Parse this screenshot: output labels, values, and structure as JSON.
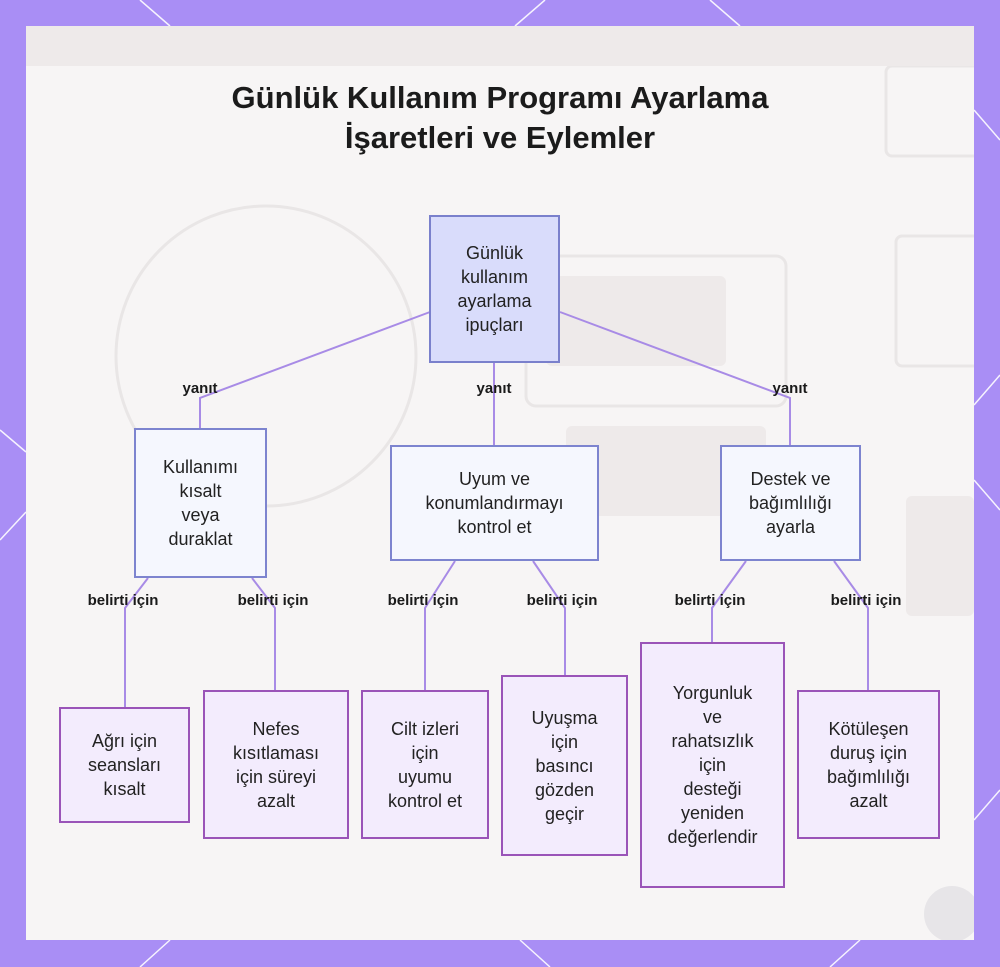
{
  "title": {
    "line1": "Günlük Kullanım Programı Ayarlama",
    "line2": "İşaretleri ve Eylemler"
  },
  "nodes": {
    "root": "Günlük\nkullanım\nayarlama\nipuçları",
    "shorten": "Kullanımı\nkısalt\nveya\nduraklat",
    "fit": "Uyum ve\nkonumlandırmayı\nkontrol et",
    "support": "Destek ve\nbağımlılığı\nayarla",
    "pain": "Ağrı için\nseansları\nkısalt",
    "breath": "Nefes\nkısıtlaması\niçin süreyi\nazalt",
    "skin": "Cilt izleri\niçin\nuyumu\nkontrol et",
    "numb": "Uyuşma\niçin\nbasıncı\ngözden\ngeçir",
    "fatigue": "Yorgunluk\nve\nrahatsızlık\niçin\ndesteği\nyeniden\ndeğerlendir",
    "posture": "Kötüleşen\nduruş için\nbağımlılığı\nazalt"
  },
  "edge_labels": {
    "response": "yanıt",
    "symptom": "belirti için"
  },
  "colors": {
    "background": "#a98ef5",
    "panel": "#f7f5f5",
    "edge": "#a88be6",
    "root_fill": "#d9dcfb",
    "leaf_border": "#9a54b8"
  }
}
